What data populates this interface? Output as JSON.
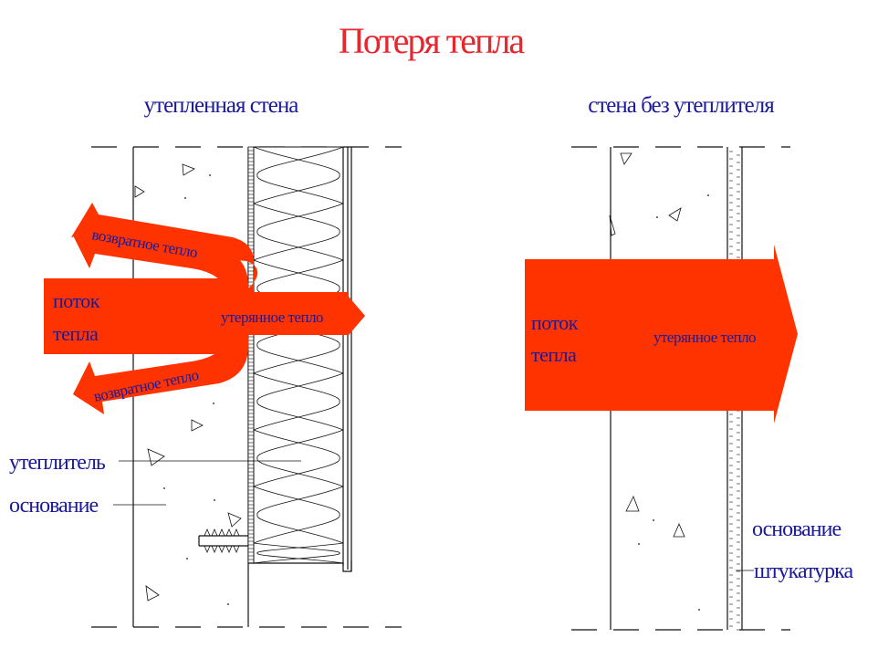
{
  "title": "Потеря тепла",
  "left_panel": {
    "heading": "утепленная стена",
    "heat_flow": [
      "поток",
      "тепла"
    ],
    "return_heat_top": "возвратное тепло",
    "return_heat_bottom": "возвратное тепло",
    "lost_heat": "утерянное тепло",
    "insulation_label": "утеплитель",
    "base_label": "основание"
  },
  "right_panel": {
    "heading": "стена без утеплителя",
    "heat_flow": [
      "поток",
      "тепла"
    ],
    "lost_heat": "утерянное тепло",
    "base_label": "основание",
    "plaster_label": "штукатурка"
  },
  "colors": {
    "title": "#e8262d",
    "arrow": "#ff3300",
    "labels": "#1a1a9a",
    "lines": "#111111"
  }
}
